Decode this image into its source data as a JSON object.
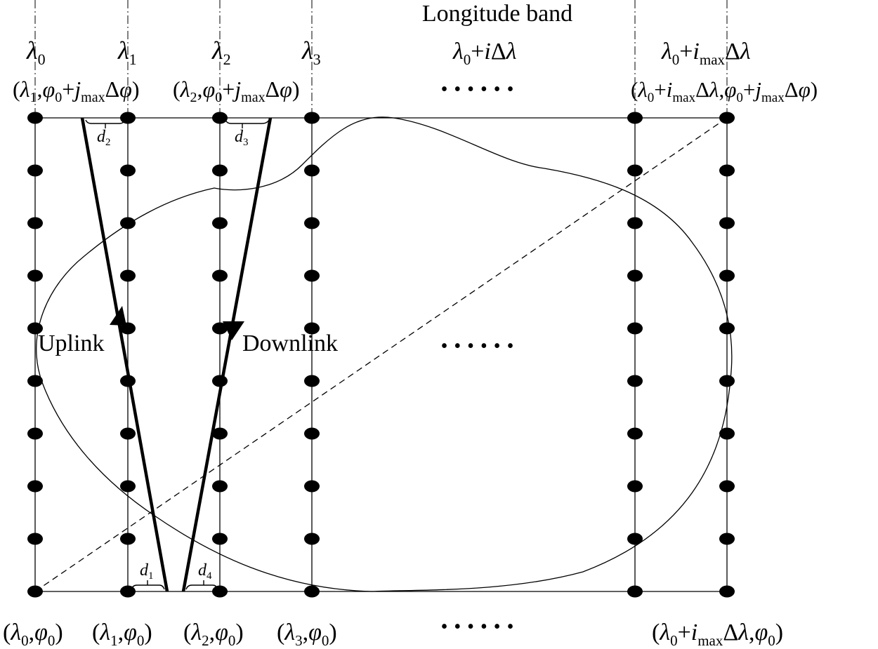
{
  "title": "Longitude band",
  "ellipsis": "• • • • • •",
  "greek": {
    "lambda": "λ",
    "phi": "φ",
    "delta": "Δ"
  },
  "sym": {
    "i": "i",
    "j": "j",
    "d": "d",
    "max": "max",
    "plus": "+",
    "comma": ",",
    "lparen": "(",
    "rparen": ")"
  },
  "sub": {
    "s0": "0",
    "s1": "1",
    "s2": "2",
    "s3": "3",
    "s4": "4"
  },
  "links": {
    "uplink": "Uplink",
    "downlink": "Downlink"
  }
}
